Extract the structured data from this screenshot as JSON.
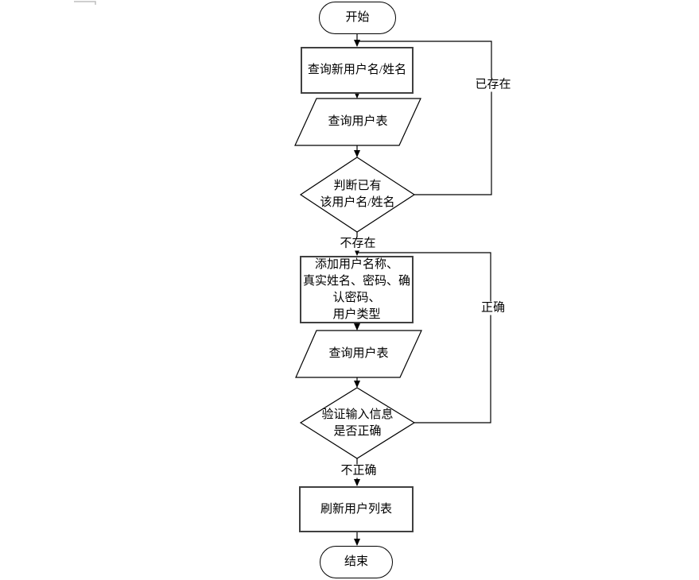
{
  "diagram": {
    "type": "flowchart",
    "nodes": [
      {
        "id": "start",
        "shape": "terminator",
        "label": "开始"
      },
      {
        "id": "query-new-username",
        "shape": "process",
        "label": "查询新用户名/姓名"
      },
      {
        "id": "query-user-table-1",
        "shape": "data",
        "label": "查询用户表"
      },
      {
        "id": "check-username-exists",
        "shape": "decision",
        "label": "判断已有\n该用户名/姓名"
      },
      {
        "id": "add-user-info",
        "shape": "process",
        "label": "添加用户名称、\n真实姓名、密码、确\n认密码、\n用户类型"
      },
      {
        "id": "query-user-table-2",
        "shape": "data",
        "label": "查询用户表"
      },
      {
        "id": "validate-input",
        "shape": "decision",
        "label": "验证输入信息\n是否正确"
      },
      {
        "id": "refresh-user-list",
        "shape": "process",
        "label": "刷新用户列表"
      },
      {
        "id": "end",
        "shape": "terminator",
        "label": "结束"
      }
    ],
    "edge_labels": [
      {
        "id": "exists",
        "text": "已存在"
      },
      {
        "id": "not-exists",
        "text": "不存在"
      },
      {
        "id": "correct",
        "text": "正确"
      },
      {
        "id": "incorrect",
        "text": "不正确"
      }
    ],
    "edges": [
      {
        "from": "start",
        "to": "query-new-username",
        "label": ""
      },
      {
        "from": "query-new-username",
        "to": "query-user-table-1",
        "label": ""
      },
      {
        "from": "query-user-table-1",
        "to": "check-username-exists",
        "label": ""
      },
      {
        "from": "check-username-exists",
        "to": "add-user-info",
        "label": "不存在"
      },
      {
        "from": "check-username-exists",
        "to": "query-new-username",
        "label": "已存在"
      },
      {
        "from": "add-user-info",
        "to": "query-user-table-2",
        "label": ""
      },
      {
        "from": "query-user-table-2",
        "to": "validate-input",
        "label": ""
      },
      {
        "from": "validate-input",
        "to": "refresh-user-list",
        "label": "不正确"
      },
      {
        "from": "validate-input",
        "to": "add-user-info",
        "label": "正确"
      },
      {
        "from": "refresh-user-list",
        "to": "end",
        "label": ""
      }
    ],
    "colors": {
      "line": "#000000",
      "process_border": "#404040",
      "shape_fill": "#ffffff",
      "page_mark": "#bdbdbd"
    }
  }
}
